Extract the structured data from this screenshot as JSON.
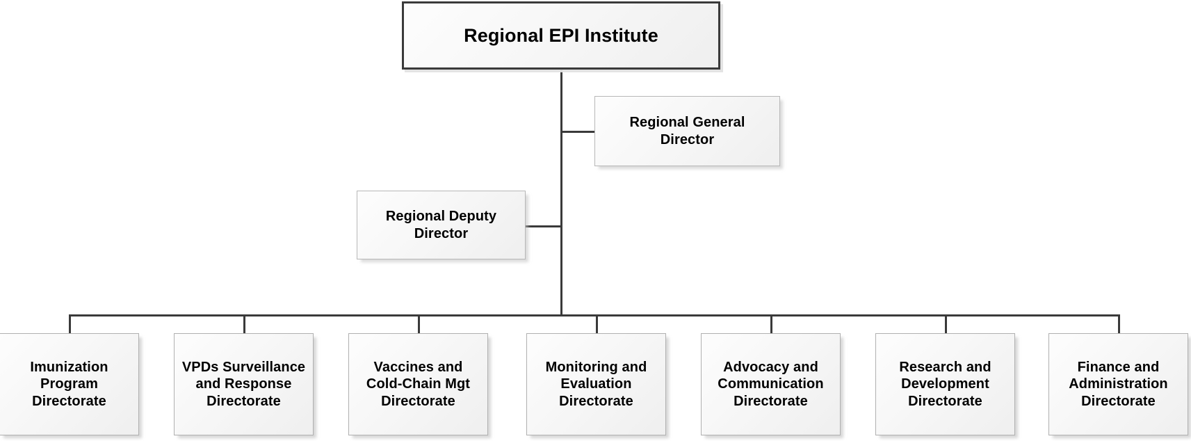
{
  "chart_data": {
    "type": "diagram",
    "diagram_kind": "organizational-chart",
    "title": "Regional EPI Institute",
    "levels": 3,
    "node_count": 10
  },
  "colors": {
    "page_background": "#ffffff",
    "connector_line": "#3a3a3a",
    "root_border": "#3a3a3a",
    "node_border": "#b7b7b7",
    "node_fill_light": "#fdfdfd",
    "node_fill_dark": "#efefef",
    "text": "#000000",
    "shadow": "#bebebe"
  },
  "root": {
    "label": "Regional EPI Institute"
  },
  "staff": [
    {
      "label": "Regional General\nDirector"
    },
    {
      "label": "Regional Deputy\nDirector"
    }
  ],
  "directorates": [
    {
      "label": "Imunization\nProgram\nDirectorate"
    },
    {
      "label": "VPDs Surveillance\nand Response\nDirectorate"
    },
    {
      "label": "Vaccines and\nCold-Chain Mgt\nDirectorate"
    },
    {
      "label": "Monitoring and\nEvaluation\nDirectorate"
    },
    {
      "label": "Advocacy and\nCommunication\nDirectorate"
    },
    {
      "label": "Research and\nDevelopment\nDirectorate"
    },
    {
      "label": "Finance and\nAdministration\nDirectorate"
    }
  ]
}
